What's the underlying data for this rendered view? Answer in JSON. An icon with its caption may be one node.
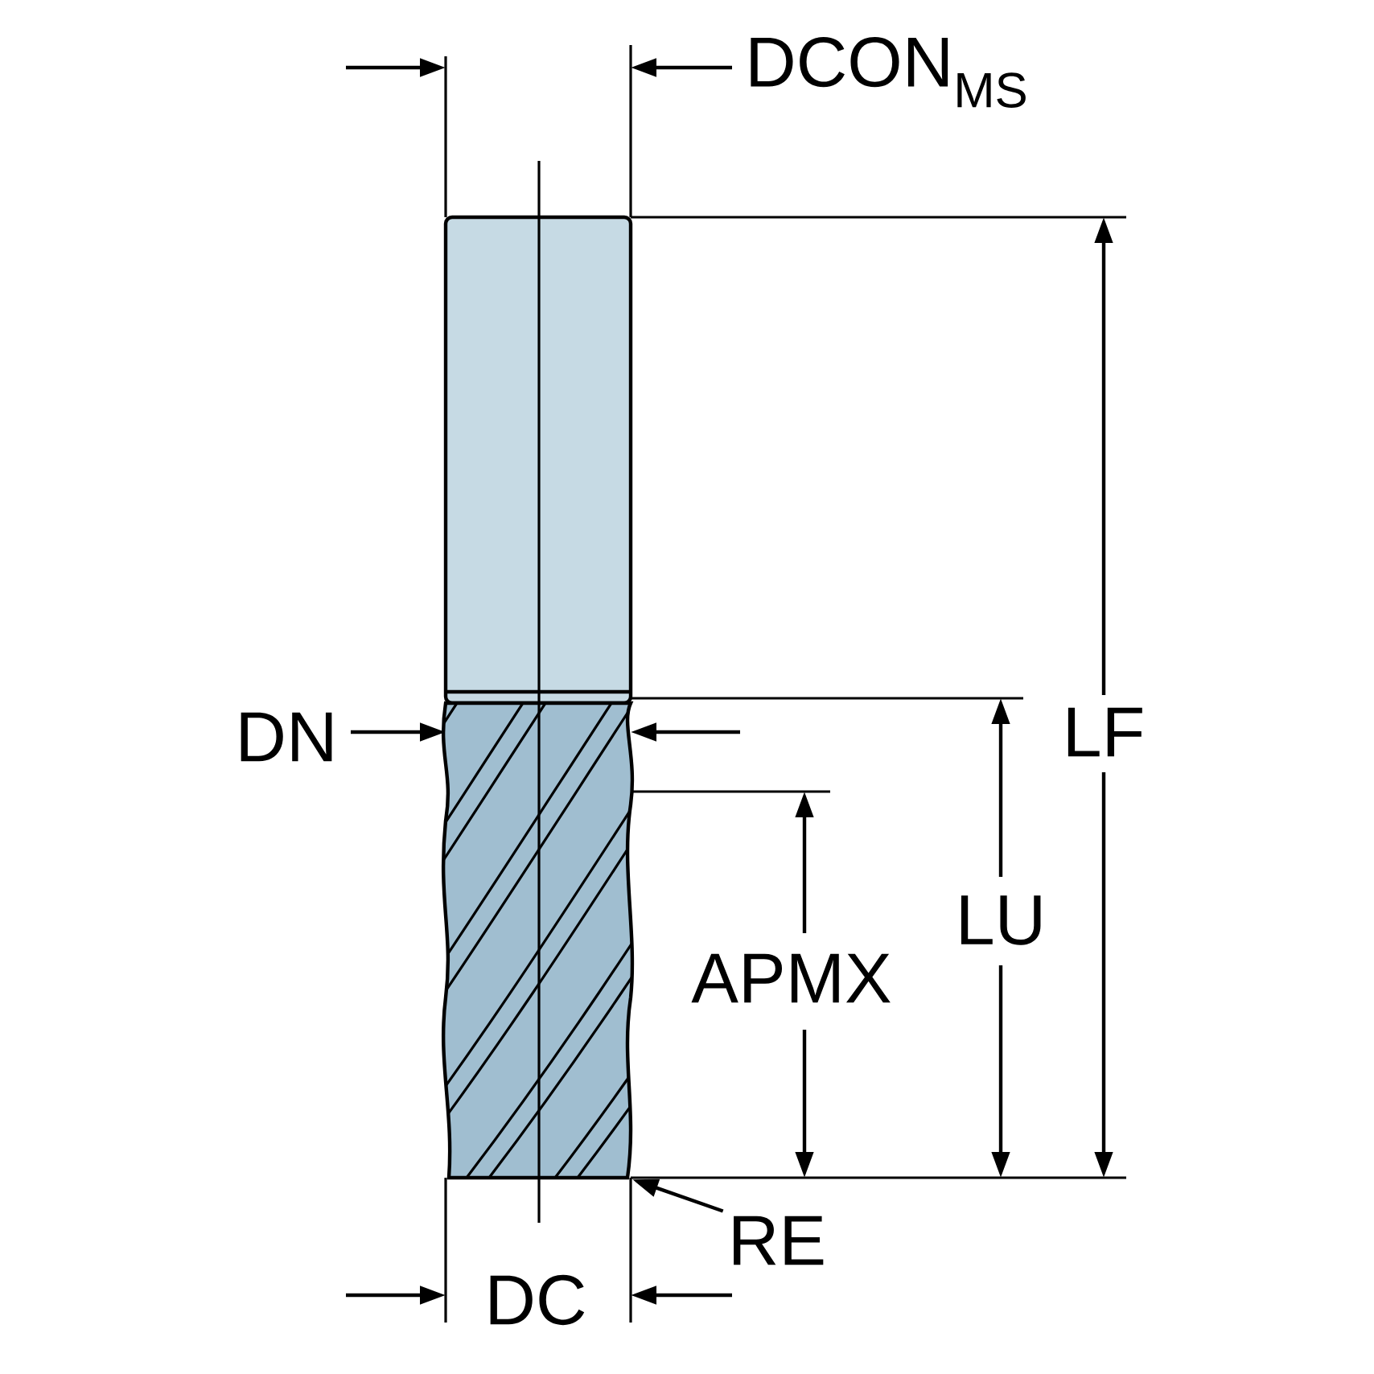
{
  "diagram": {
    "nodes": [
      {
        "text": [],
        "shape": "picture"
      },
      {
        "text": [
          "RE"
        ]
      }
    ],
    "edges": [
      {
        "from": 1,
        "to": 0,
        "arrow": "to"
      }
    ],
    "labels": [
      "DCON$_{MS}$",
      "LF",
      "DN",
      "LU",
      "APMX",
      "DC"
    ]
  }
}
